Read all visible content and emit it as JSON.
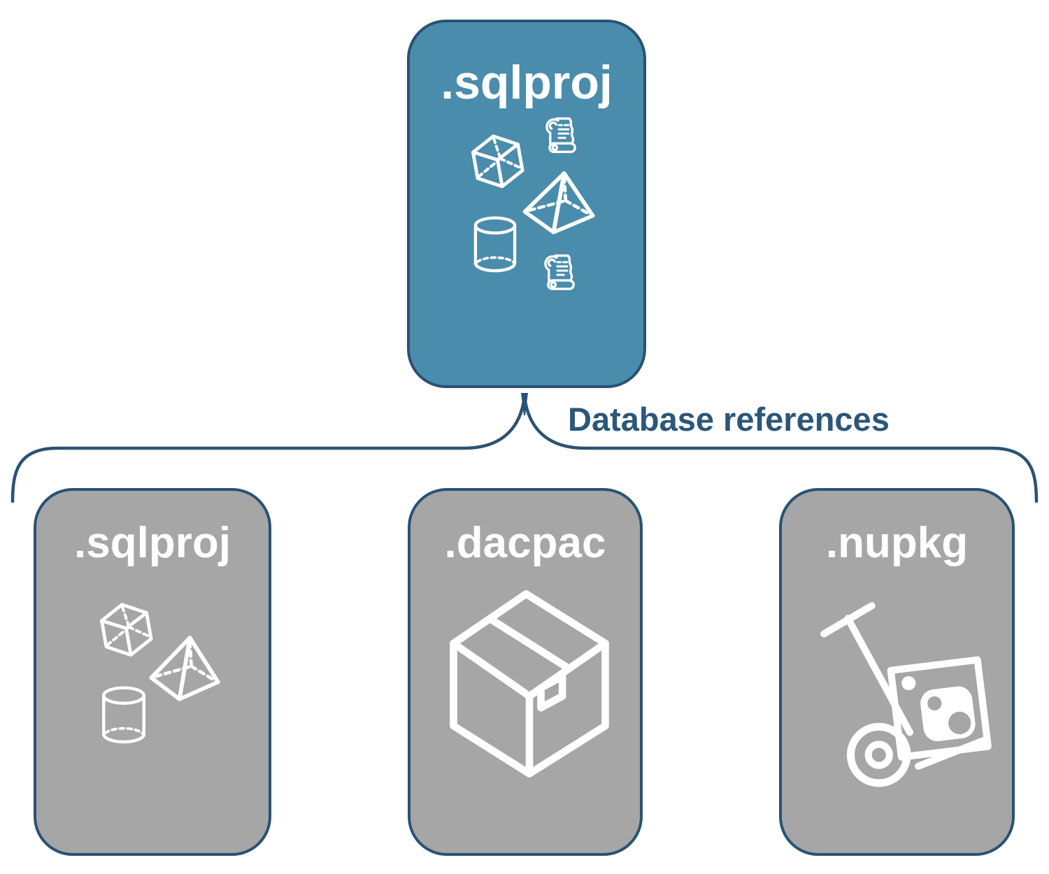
{
  "colors": {
    "root_node_fill": "#4a8cab",
    "child_node_fill": "#a6a6a6",
    "outline_dark_blue": "#2a5273",
    "connector_text": "#2b5778",
    "icon_white": "#ffffff",
    "background": "#ffffff"
  },
  "root_node": {
    "label": ".sqlproj",
    "icons": [
      "cube-3d",
      "scroll",
      "pyramid-3d",
      "database-cylinder",
      "scroll"
    ]
  },
  "connector": {
    "label": "Database references"
  },
  "child_nodes": [
    {
      "label": ".sqlproj",
      "icons": [
        "cube-3d",
        "pyramid-3d",
        "database-cylinder"
      ]
    },
    {
      "label": ".dacpac",
      "icons": [
        "package-box"
      ]
    },
    {
      "label": ".nupkg",
      "icons": [
        "hand-truck-with-nuget-package"
      ]
    }
  ]
}
